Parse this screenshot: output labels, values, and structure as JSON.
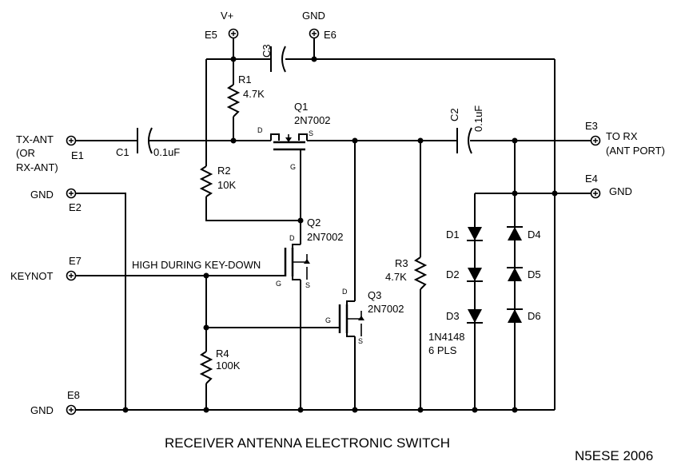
{
  "title": "RECEIVER ANTENNA ELECTRONIC SWITCH",
  "credit": "N5ESE  2006",
  "terminals": {
    "E1": {
      "id": "E1",
      "lines": [
        "TX-ANT",
        "(OR",
        "RX-ANT)"
      ]
    },
    "E2": {
      "id": "E2",
      "label": "GND"
    },
    "E3": {
      "id": "E3",
      "lines": [
        "TO RX",
        "(ANT PORT)"
      ]
    },
    "E4": {
      "id": "E4",
      "label": "GND"
    },
    "E5": {
      "id": "E5",
      "label": "V+"
    },
    "E6": {
      "id": "E6",
      "label": "GND"
    },
    "E7": {
      "id": "E7",
      "label": "KEYNOT"
    },
    "E8": {
      "id": "E8",
      "label": "GND"
    }
  },
  "components": {
    "C1": {
      "ref": "C1",
      "value": "0.1uF"
    },
    "C2": {
      "ref": "C2",
      "value": "0.1uF"
    },
    "C3": {
      "ref": "C3"
    },
    "R1": {
      "ref": "R1",
      "value": "4.7K"
    },
    "R2": {
      "ref": "R2",
      "value": "10K"
    },
    "R3": {
      "ref": "R3",
      "value": "4.7K"
    },
    "R4": {
      "ref": "R4",
      "value": "100K"
    },
    "Q1": {
      "ref": "Q1",
      "part": "2N7002"
    },
    "Q2": {
      "ref": "Q2",
      "part": "2N7002"
    },
    "Q3": {
      "ref": "Q3",
      "part": "2N7002"
    },
    "D1": {
      "ref": "D1"
    },
    "D2": {
      "ref": "D2"
    },
    "D3": {
      "ref": "D3"
    },
    "D4": {
      "ref": "D4"
    },
    "D5": {
      "ref": "D5"
    },
    "D6": {
      "ref": "D6"
    },
    "diode_note": [
      "1N4148",
      "6 PLS"
    ]
  },
  "pins": {
    "drain": "D",
    "gate": "G",
    "source": "S"
  },
  "annotations": {
    "keydown": "HIGH DURING KEY-DOWN"
  }
}
